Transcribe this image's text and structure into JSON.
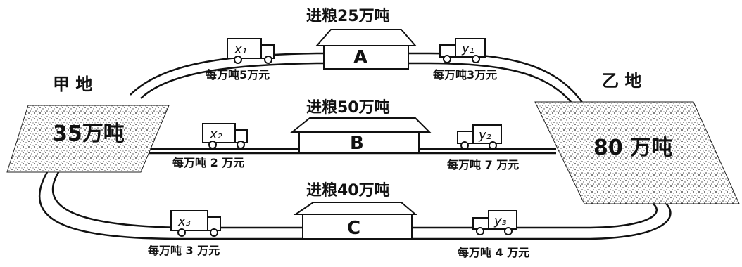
{
  "places": {
    "jia": {
      "name": "甲 地",
      "amount": "35万吨"
    },
    "yi": {
      "name": "乙 地",
      "amount": "80 万吨"
    }
  },
  "warehouses": [
    {
      "letter": "A",
      "intake": "进粮25万吨"
    },
    {
      "letter": "B",
      "intake": "进粮50万吨"
    },
    {
      "letter": "C",
      "intake": "进粮40万吨"
    }
  ],
  "trucks": [
    {
      "label": "x₁"
    },
    {
      "label": "x₂"
    },
    {
      "label": "x₃"
    },
    {
      "label": "y₁"
    },
    {
      "label": "y₂"
    },
    {
      "label": "y₃"
    }
  ],
  "costs": [
    "每万吨5万元",
    "每万吨3万元",
    "每万吨 2 万元",
    "每万吨 7 万元",
    "每万吨 3 万元",
    "每万吨 4 万元"
  ]
}
